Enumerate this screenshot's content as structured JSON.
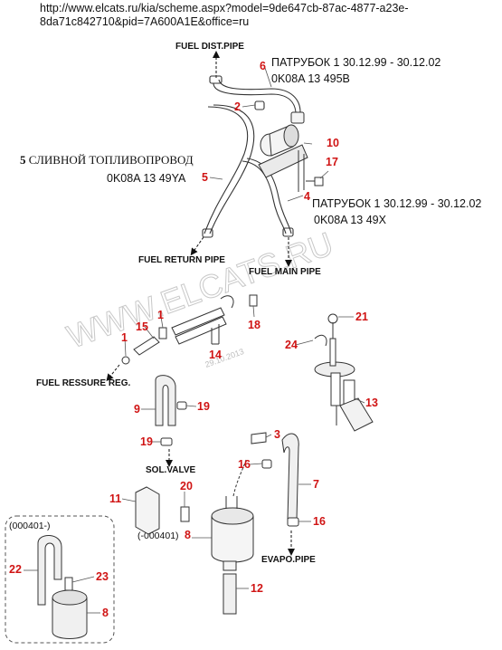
{
  "url": {
    "line1": "http://www.elcats.ru/kia/scheme.aspx?model=9de647cb-87ac-4877-a23e-",
    "line2": "8da71c842710&pid=7A600A1E&office=ru"
  },
  "callouts": {
    "c6_name": "ПАТРУБОК 1 30.12.99 - 30.12.02",
    "c6_part": "0K08A 13 495B",
    "c5_num": "5",
    "c5_name": " СЛИВНОЙ ТОПЛИВОПРОВОД",
    "c5_part": "0K08A 13 49YA",
    "c4_name": "ПАТРУБОК 1 30.12.99 - 30.12.02",
    "c4_part": "0K08A 13 49X"
  },
  "labels": {
    "fuel_dist_pipe": "FUEL DIST.PIPE",
    "fuel_return_pipe": "FUEL RETURN PIPE",
    "fuel_main_pipe": "FUEL MAIN PIPE",
    "fuel_ressure_reg": "FUEL RESSURE REG.",
    "sol_valve": "SOL.VALVE",
    "evapo_pipe": "EVAPO.PIPE",
    "box_title": "(000401-)",
    "minus_000401": "(-000401)"
  },
  "numbers": {
    "n1a": "1",
    "n1b": "1",
    "n2": "2",
    "n3": "3",
    "n4": "4",
    "n5": "5",
    "n6": "6",
    "n7": "7",
    "n8a": "8",
    "n8b": "8",
    "n9": "9",
    "n10": "10",
    "n11": "11",
    "n12": "12",
    "n13": "13",
    "n14": "14",
    "n15": "15",
    "n16a": "16",
    "n16b": "16",
    "n17": "17",
    "n18": "18",
    "n19a": "19",
    "n19b": "19",
    "n20": "20",
    "n21": "21",
    "n22": "22",
    "n23": "23",
    "n24": "24"
  },
  "watermark": {
    "text": "WWW.ELCATS.RU",
    "date": "29.10.2013"
  },
  "colors": {
    "callout_red": "#d01414",
    "line": "#333333",
    "watermark": "#c8c8c8"
  }
}
